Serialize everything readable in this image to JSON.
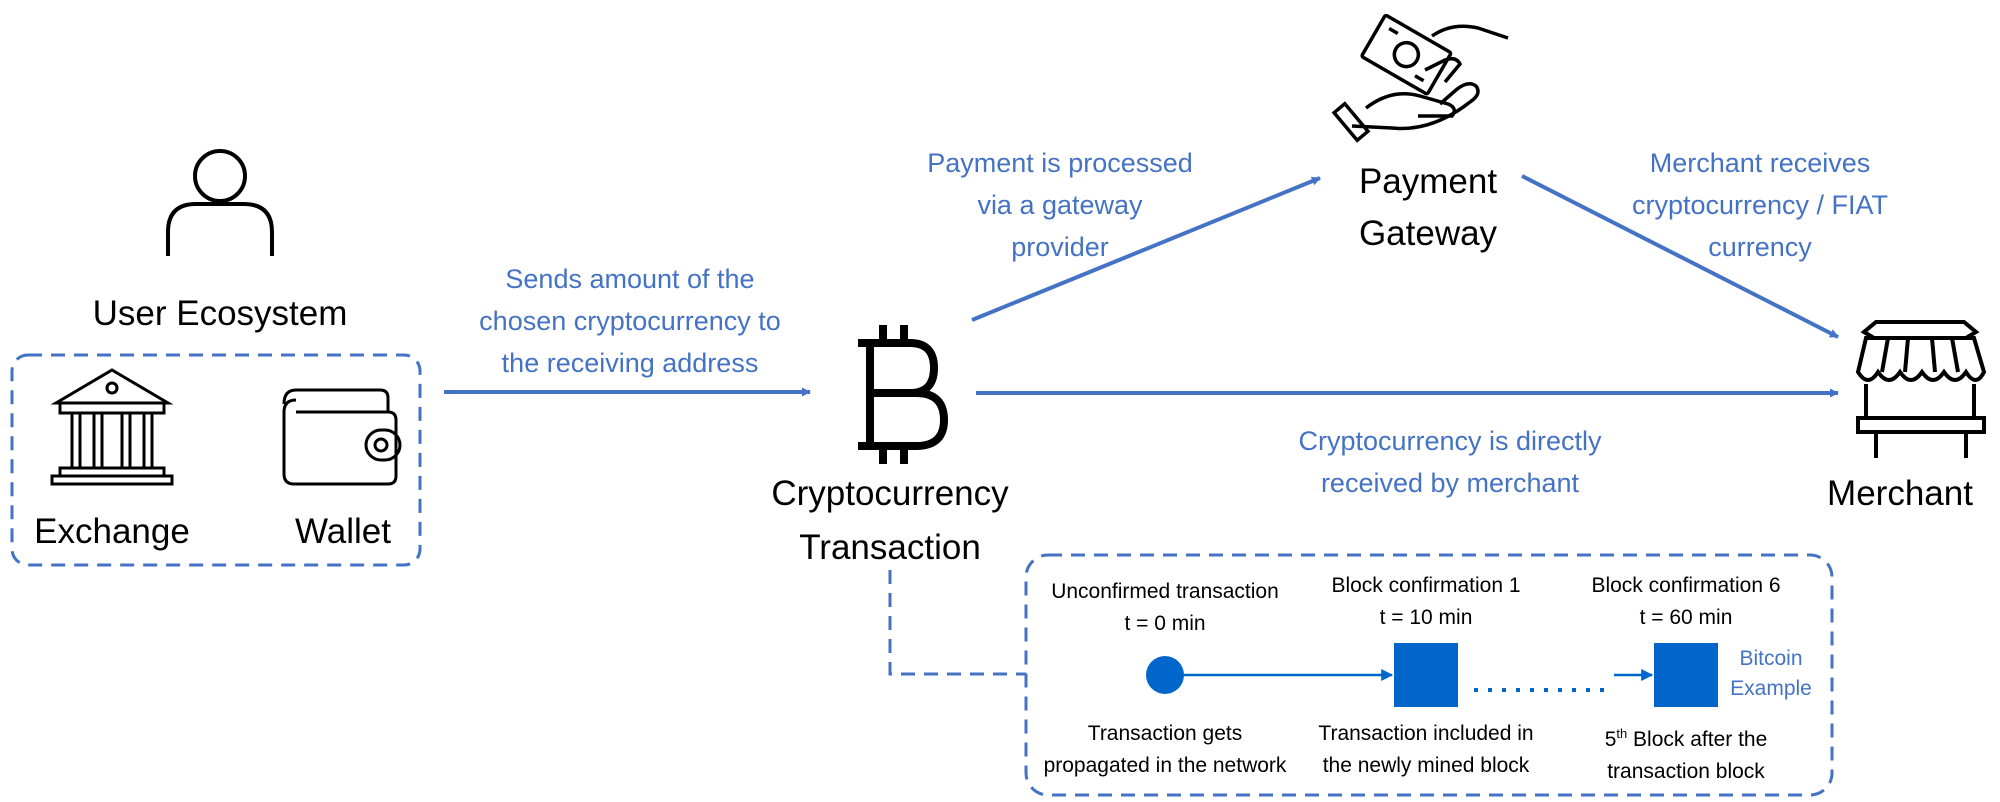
{
  "colors": {
    "accent": "#4472C4",
    "block": "#0066CC",
    "text": "#000000"
  },
  "nodes": {
    "user": {
      "label": "User Ecosystem",
      "icon": "user-icon"
    },
    "exchange": {
      "label": "Exchange",
      "icon": "bank-icon"
    },
    "wallet": {
      "label": "Wallet",
      "icon": "wallet-icon"
    },
    "crypto": {
      "label_line1": "Cryptocurrency",
      "label_line2": "Transaction",
      "icon": "bitcoin-icon"
    },
    "gateway": {
      "label_line1": "Payment",
      "label_line2": "Gateway",
      "icon": "hand-money-icon"
    },
    "merchant": {
      "label": "Merchant",
      "icon": "shop-icon"
    }
  },
  "edges": {
    "send": {
      "lines": [
        "Sends amount of the",
        "chosen cryptocurrency to",
        "the receiving address"
      ]
    },
    "gateway": {
      "lines": [
        "Payment is processed",
        "via a gateway",
        "provider"
      ]
    },
    "receive": {
      "lines": [
        "Merchant receives",
        "cryptocurrency / FIAT",
        "currency"
      ]
    },
    "direct": {
      "lines": [
        "Cryptocurrency is directly",
        "received by merchant"
      ]
    }
  },
  "timeline": {
    "steps": [
      {
        "title": "Unconfirmed transaction",
        "time": "t = 0 min",
        "desc": [
          "Transaction gets",
          "propagated in the network"
        ]
      },
      {
        "title": "Block confirmation 1",
        "time": "t = 10 min",
        "desc": [
          "Transaction included in",
          "the newly mined block"
        ]
      },
      {
        "title": "Block confirmation 6",
        "time": "t = 60 min",
        "desc_sup_num": "5",
        "desc_sup": "th",
        "desc_rest": " Block after the",
        "desc_line2": "transaction block"
      }
    ],
    "example": [
      "Bitcoin",
      "Example"
    ]
  }
}
